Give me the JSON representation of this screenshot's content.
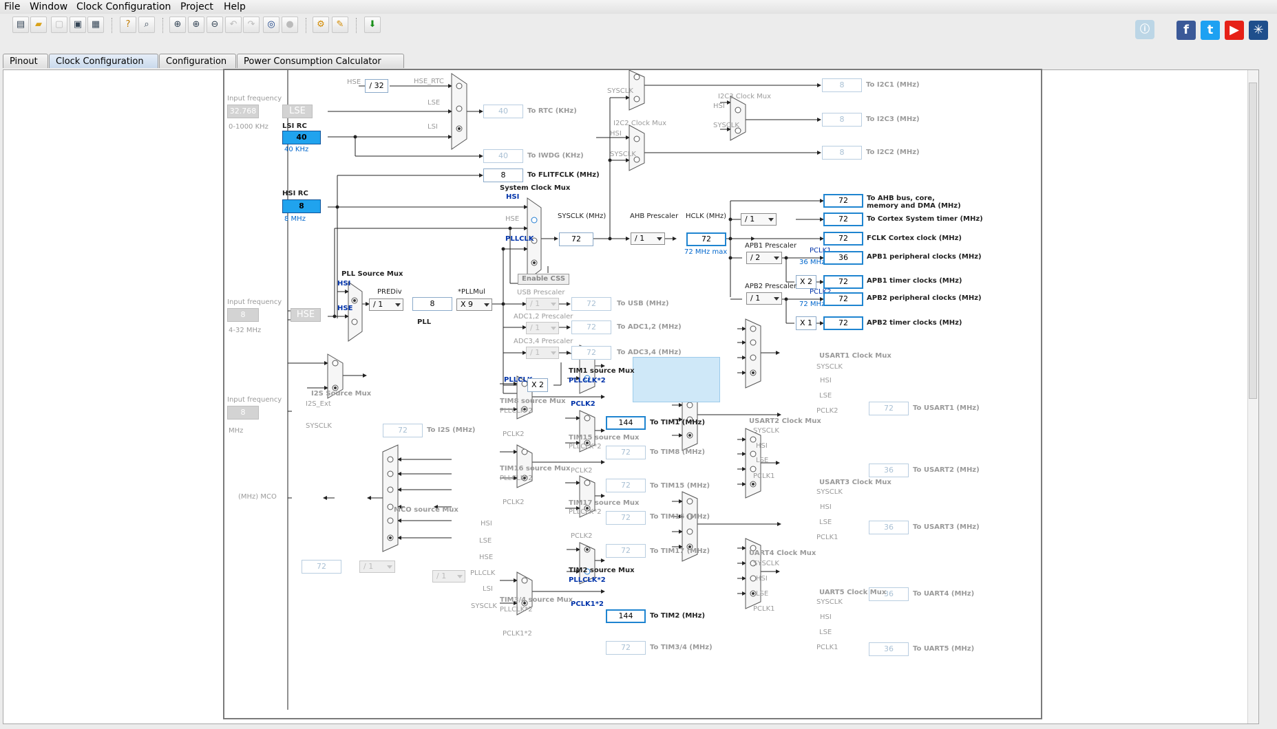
{
  "menubar": {
    "items": [
      "File",
      "Window",
      "Clock Configuration",
      "Project",
      "Help"
    ]
  },
  "toolbar": {
    "icons": [
      "new-file-icon",
      "open-folder-icon",
      "close-file-icon",
      "save-icon",
      "save-as-icon",
      "help-icon",
      "search-icon",
      "zoom-fit-icon",
      "zoom-in-icon",
      "zoom-out-icon",
      "undo-icon",
      "redo-icon",
      "target-icon",
      "reset-icon",
      "generate-code-icon",
      "report-icon",
      "download-icon"
    ]
  },
  "social": {
    "icons": [
      "st-community-icon",
      "facebook-icon",
      "twitter-icon",
      "youtube-icon",
      "network-icon"
    ]
  },
  "tabs": [
    "Pinout",
    "Clock Configuration",
    "Configuration",
    "Power Consumption Calculator"
  ],
  "left": {
    "input_freq_label": "Input frequency",
    "lse_freq": "32.768",
    "lse_range": "0-1000 KHz",
    "lse_label": "LSE",
    "lsi_rc_label": "LSI RC",
    "lsi_value": "40",
    "lsi_unit": "40 KHz",
    "hsi_rc_label": "HSI RC",
    "hsi_value": "8",
    "hsi_unit": "8 MHz",
    "hse_freq": "8",
    "hse_range": "4-32 MHz",
    "hse_label": "HSE",
    "i2s_freq": "8",
    "i2s_unit": "MHz",
    "mco_label": "(MHz) MCO"
  },
  "rtc": {
    "hse_label": "HSE",
    "div": "/ 32",
    "hse_rtc": "HSE_RTC",
    "lse": "LSE",
    "lsi": "LSI",
    "rtc_value": "40",
    "rtc_label": "To RTC (KHz)",
    "iwdg_value": "40",
    "iwdg_label": "To IWDG (KHz)",
    "flit_value": "8",
    "flit_label": "To FLITFCLK (MHz)"
  },
  "pll": {
    "source_mux": "PLL Source Mux",
    "hsi": "HSI",
    "hse": "HSE",
    "prediv_label": "PREDiv",
    "prediv": "/ 1",
    "value": "8",
    "mul_label": "*PLLMul",
    "mul": "X 9",
    "label": "PLL"
  },
  "sysclk_mux": {
    "title": "System Clock Mux",
    "hsi": "HSI",
    "hse": "HSE",
    "pllclk": "PLLCLK",
    "css": "Enable CSS"
  },
  "sysclk": {
    "label": "SYSCLK (MHz)",
    "value": "72",
    "ahb_label": "AHB Prescaler",
    "ahb": "/ 1",
    "hclk_label": "HCLK (MHz)",
    "hclk": "72",
    "hclk_max": "72 MHz max"
  },
  "usb": {
    "label": "USB Prescaler",
    "div": "/ 1",
    "value": "72",
    "to": "To USB (MHz)"
  },
  "adc12": {
    "label": "ADC1,2 Prescaler",
    "div": "/ 1",
    "value": "72",
    "to": "To ADC1,2 (MHz)"
  },
  "adc34": {
    "label": "ADC3,4 Prescaler",
    "div": "/ 1",
    "value": "72",
    "to": "To ADC3,4 (MHz)"
  },
  "i2c": {
    "sysclk": "SYSCLK",
    "hsi": "HSI",
    "i2c1_value": "8",
    "i2c1_to": "To I2C1 (MHz)",
    "i2c3_mux": "I2C3 Clock Mux",
    "i2c3_value": "8",
    "i2c3_to": "To I2C3 (MHz)",
    "i2c2_mux": "I2C2 Clock Mux",
    "i2c2_value": "8",
    "i2c2_to": "To I2C2 (MHz)"
  },
  "outputs": {
    "ahb_value": "72",
    "ahb_to_1": "To AHB bus, core,",
    "ahb_to_2": "memory and DMA (MHz)",
    "cortex_div": "/ 1",
    "cortex_value": "72",
    "cortex_to": "To Cortex System timer (MHz)",
    "fclk_value": "72",
    "fclk_to": "FCLK Cortex clock (MHz)",
    "apb1_label": "APB1 Prescaler",
    "apb1_div": "/ 2",
    "pclk1": "PCLK1",
    "pclk1_max": "36 MHz max",
    "apb1p_value": "36",
    "apb1p_to": "APB1 peripheral clocks (MHz)",
    "apb1t_mul": "X 2",
    "apb1t_value": "72",
    "apb1t_to": "APB1 timer clocks (MHz)",
    "apb2_label": "APB2 Prescaler",
    "apb2_div": "/ 1",
    "pclk2": "PCLK2",
    "pclk2_max": "72 MHz max",
    "apb2p_value": "72",
    "apb2p_to": "APB2 peripheral clocks (MHz)",
    "apb2t_mul": "X 1",
    "apb2t_value": "72",
    "apb2t_to": "APB2 timer clocks (MHz)"
  },
  "tim": {
    "pllclk": "PLLCLK",
    "x2": "X 2",
    "tim1_mux": "TIM1 source Mux",
    "tim1_in1": "PLLCLK*2",
    "tim1_in2": "PCLK2",
    "tim1_value": "144",
    "tim1_to": "To TIM1 (MHz)",
    "tim8_mux": "TIM8 source Mux",
    "tim8_in1": "PLLCLK*2",
    "tim8_in2": "PCLK2",
    "tim8_value": "72",
    "tim8_to": "To TIM8 (MHz)",
    "tim15_mux": "TIM15 source Mux",
    "tim15_in1": "PLLCLK*2",
    "tim15_in2": "PCLK2",
    "tim15_value": "72",
    "tim15_to": "To TIM15 (MHz)",
    "tim16_mux": "TIM16 source Mux",
    "tim16_in1": "PLLCLK*2",
    "tim16_in2": "PCLK2",
    "tim16_value": "72",
    "tim16_to": "To TIM16 (MHz)",
    "tim17_mux": "TIM17 source Mux",
    "tim17_in1": "PLLCLK*2",
    "tim17_in2": "PCLK2",
    "tim17_value": "72",
    "tim17_to": "To TIM17 (MHz)",
    "tim2_mux": "TIM2 source Mux",
    "tim2_in1": "PLLCLK*2",
    "tim2_in2": "PCLK1*2",
    "tim2_value": "144",
    "tim2_to": "To TIM2 (MHz)",
    "tim34_mux": "TIM3/4 source Mux",
    "tim34_in1": "PLLCLK*2",
    "tim34_in2": "PCLK1*2",
    "tim34_value": "72",
    "tim34_to": "To TIM3/4 (MHz)"
  },
  "i2s": {
    "mux": "I2S Source Mux",
    "ext": "I2S_Ext",
    "sysclk": "SYSCLK",
    "value": "72",
    "to": "To I2S (MHz)"
  },
  "mco": {
    "mux": "MCO source Mux",
    "hsi": "HSI",
    "lse": "LSE",
    "hse": "HSE",
    "pllclk": "PLLCLK",
    "lsi": "LSI",
    "sysclk": "SYSCLK",
    "pll_div": "/ 1",
    "div": "/ 1",
    "value": "72"
  },
  "usart": {
    "u1_mux": "USART1 Clock Mux",
    "u1_value": "72",
    "u1_to": "To USART1 (MHz)",
    "u2_mux": "USART2 Clock Mux",
    "u2_value": "36",
    "u2_to": "To USART2 (MHz)",
    "u3_mux": "USART3 Clock Mux",
    "u3_value": "36",
    "u3_to": "To USART3 (MHz)",
    "u4_mux": "UART4 Clock Mux",
    "u4_value": "36",
    "u4_to": "To UART4 (MHz)",
    "u5_mux": "UART5 Clock Mux",
    "u5_value": "36",
    "u5_to": "To UART5 (MHz)",
    "sysclk": "SYSCLK",
    "hsi": "HSI",
    "lse": "LSE",
    "pclk1": "PCLK1",
    "pclk2": "PCLK2"
  }
}
